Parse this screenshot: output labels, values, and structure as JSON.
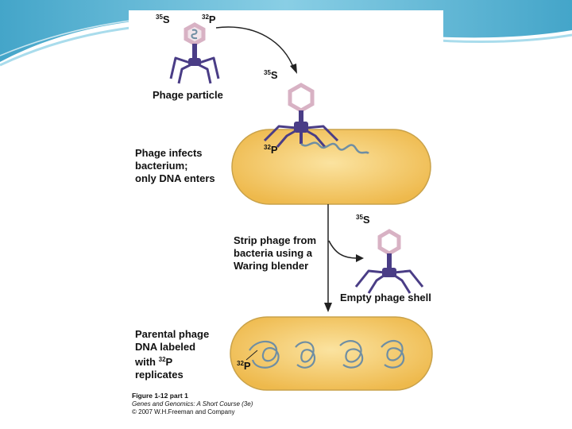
{
  "figure": {
    "labels": {
      "phage_particle": "Phage particle",
      "infects_1": "Phage infects",
      "infects_2": "bacterium;",
      "infects_3": "only DNA enters",
      "strip_1": "Strip phage from",
      "strip_2": "bacteria using a",
      "strip_3": "Waring blender",
      "empty_shell": "Empty phage shell",
      "parental_1": "Parental phage",
      "parental_2": "DNA labeled",
      "parental_3_prefix": "with",
      "parental_4": "replicates"
    },
    "isotopes": {
      "sulfur_mass": "35",
      "sulfur_symbol": "S",
      "phosphorus_mass": "32",
      "phosphorus_symbol": "P"
    },
    "caption": {
      "title": "Figure 1-12 part 1",
      "book": "Genes and Genomics: A Short Course (3e)",
      "copyright": "© 2007 W.H.Freeman and Company"
    }
  },
  "colors": {
    "phage_purple": "#4a3d86",
    "capsid_pink": "#d8b2c4",
    "cell_fill": "#f2c45c",
    "cell_outline": "#c9a24a",
    "dna_blue": "#6f8ea3",
    "slide_teal": "#3fa7c9"
  }
}
